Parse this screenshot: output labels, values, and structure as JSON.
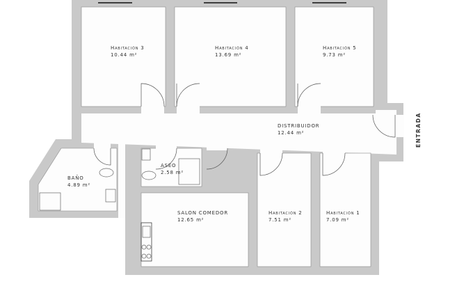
{
  "plan": {
    "wall_color": "#c9c9c9",
    "rooms": [
      {
        "name": "Habitación 3",
        "area": "10.44 m²"
      },
      {
        "name": "Habitación 4",
        "area": "13.69 m²"
      },
      {
        "name": "Habitación 5",
        "area": "9.73 m²"
      },
      {
        "name": "DISTRIBUIDOR",
        "area": "12.44 m²"
      },
      {
        "name": "BAÑO",
        "area": "4.89 m²"
      },
      {
        "name": "ASEO",
        "area": "2.58 m²"
      },
      {
        "name": "SALON COMEDOR",
        "area": "12.65 m²"
      },
      {
        "name": "Habitación 2",
        "area": "7.51 m²"
      },
      {
        "name": "Habitación 1",
        "area": "7.09 m²"
      }
    ],
    "entrance_label": "ENTRADA"
  }
}
